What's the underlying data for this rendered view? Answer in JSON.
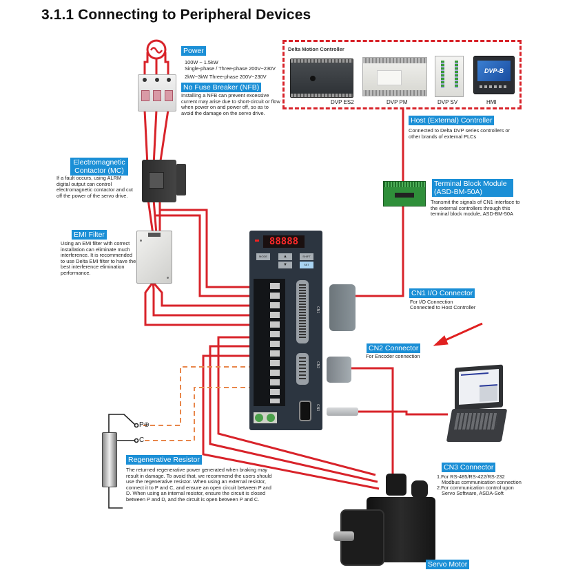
{
  "title": "3.1.1 Connecting to Peripheral Devices",
  "colors": {
    "wire": "#d8232a",
    "regen_wire": "#e8864a",
    "label_bg": "#1b8fd6",
    "controller_border": "#d8232a"
  },
  "power": {
    "label": "Power",
    "line1": "100W ~ 1.5kW",
    "line2": "Single-phase / Three-phase 200V~230V",
    "line3": "2kW~3kW   Three-phase 200V~230V",
    "source_symbol": "~"
  },
  "nfb": {
    "label": "No Fuse Breaker (NFB)",
    "desc": "Installing a NFB can prevent excessive current may arise due to short-circuit or flow when power on and power off, so as to avoid the damage on the servo drive."
  },
  "controller_group": {
    "title": "Delta Motion Controller",
    "devices": [
      {
        "name": "DVP ES2"
      },
      {
        "name": "DVP PM"
      },
      {
        "name": "DVP SV"
      },
      {
        "name": "HMI",
        "screen_text": "DVP-B"
      }
    ]
  },
  "host": {
    "label": "Host (External) Controller",
    "desc": "Connected to Delta DVP series controllers or other brands of external PLCs"
  },
  "mc": {
    "label": "Electromagnetic Contactor (MC)",
    "desc": "If a fault occurs, using ALRM digital output can control electromagnetic contactor and cut off the power of the servo drive."
  },
  "emi": {
    "label": "EMI Filter",
    "desc": "Using an EMI filter with correct installation can eliminate much interference. It is recommended to use Delta EMI filter to have the best interference elimination performance."
  },
  "terminal_block": {
    "label": "Terminal Block Module (ASD-BM-50A)",
    "desc": "Transmit the signals of CN1 interface to the external controllers through this terminal block module, ASD-BM-50A"
  },
  "drive": {
    "display": "88888",
    "buttons": [
      "MODE",
      "▲",
      "SHIFT",
      "▼",
      "SET"
    ],
    "ports": [
      "CN1",
      "CN2",
      "CN3"
    ]
  },
  "cn1": {
    "label": "CN1 I/O Connector",
    "desc1": "For I/O Connection",
    "desc2": "Connected to Host Controller"
  },
  "cn2": {
    "label": "CN2 Connector",
    "desc": "For Encoder connection"
  },
  "cn3": {
    "label": "CN3 Connector",
    "item1a": "1.For RS-485/RS-422/RS-232",
    "item1b": "Modbus communication connection",
    "item2a": "2.For communication control upon",
    "item2b": "Servo Software, ASDA-Soft"
  },
  "regen": {
    "label": "Regenerative Resistor",
    "terminal_p": "P⊕",
    "terminal_c": "C",
    "desc": "The returned regenerative power generated when braking may result in damage. To avoid that, we recommend the users should use the regenerative resistor. When using an external resistor, connect it to P and C, and ensure an open circuit between P and D. When using an internal resistor, ensure the circuit is closed between P and D, and the circuit is open between P and C."
  },
  "servo_motor": {
    "label": "Servo Motor"
  }
}
